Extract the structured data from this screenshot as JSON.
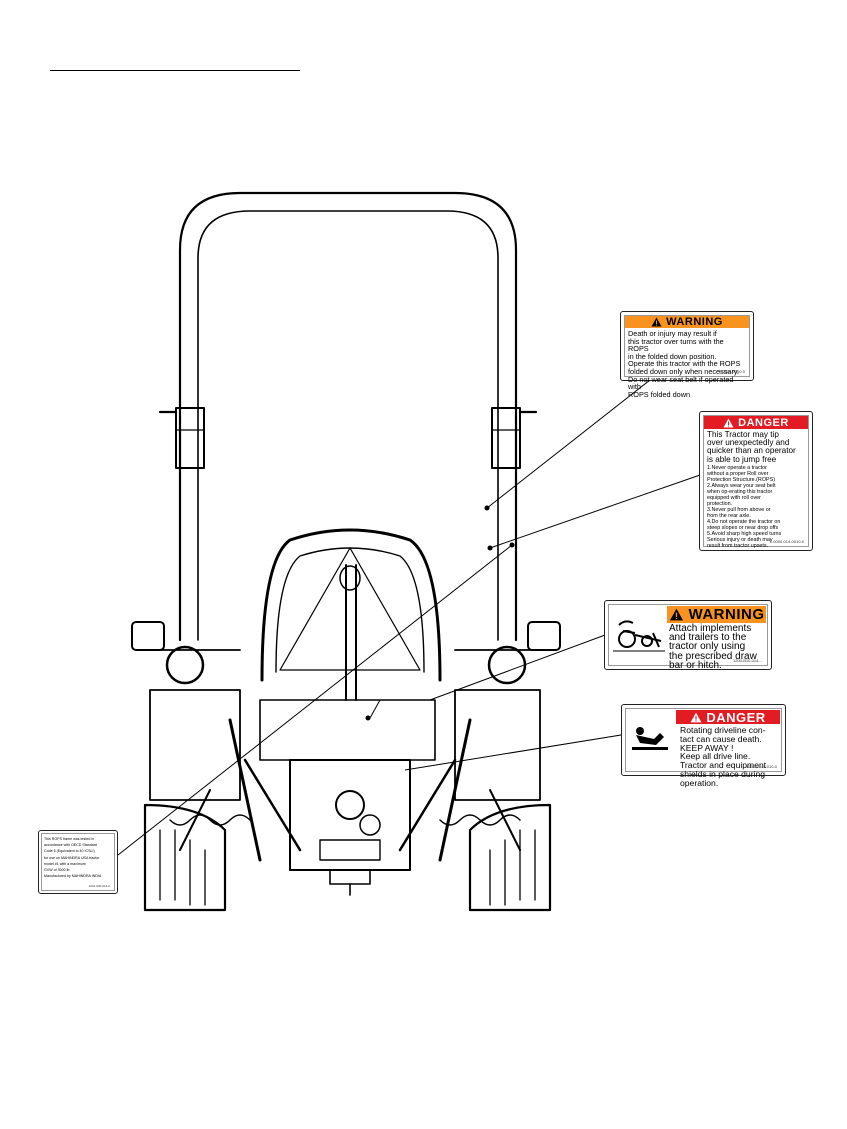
{
  "decals": {
    "rops_warning": {
      "header": "WARNING",
      "text": "Death or injury may result if\nthis tractor over turns with the ROPS\nin the folded down position.\nOperate this tractor with the ROPS\nfolded down only when necessary.\nDo  not wear seat belt if operated with\nROPS folded down",
      "code": "1-0004-0000-0"
    },
    "tip_danger": {
      "header": "DANGER",
      "intro": "This Tractor may tip\nover unexpectedly and\nquicker than an operator\nis able to jump free",
      "list": "1.Never operate a tractor\n   without a proper Roll over\n   Protection Structure.(ROPS)\n2.Always wear your seat belt\n   when op-erating this tractor\n   equipped with roll over\n   protection.\n3.Never pull from above or\n   from the rear axle.\n4.Do not operate  the tractor on\n   steep slopes or near drop offs\n5.Avoid sharp high speed turns\nSerious injury or death may\nresult from tractor upsets.",
      "code": "1-0000-014-0010-0"
    },
    "implements_warning": {
      "header": "WARNING",
      "text": "Attach implements\nand trailers to the\ntractor only using\nthe prescribed draw\nbar or hitch.",
      "code": "1200-B10-014-..."
    },
    "driveline_danger": {
      "header": "DANGER",
      "text": "Rotating driveline  con-\ntact can cause death.\n       KEEP AWAY !\nKeep all drive line.\nTractor and equipment\nshields in place during\noperation.",
      "code": "1200-0141-010-0"
    },
    "rops_certification": {
      "text": "This ROPS frame was tested in\naccordance with OECD Standard\nCode 6 (Equivalent to 40 ICSLI)\nfor use on  MAHINDRA USA tractor\nmodel #1 with a maximum\nGVW of 3000 lb.\nManufactured by  MAHINDRA INDIA",
      "code": "1001-000-014-0"
    }
  },
  "colors": {
    "warning_orange": "#f7931e",
    "danger_red": "#e31b23",
    "line_art": "#000000"
  },
  "icons": [
    "warning-triangle-icon",
    "hitch-pictogram-icon",
    "entanglement-pictogram-icon"
  ]
}
